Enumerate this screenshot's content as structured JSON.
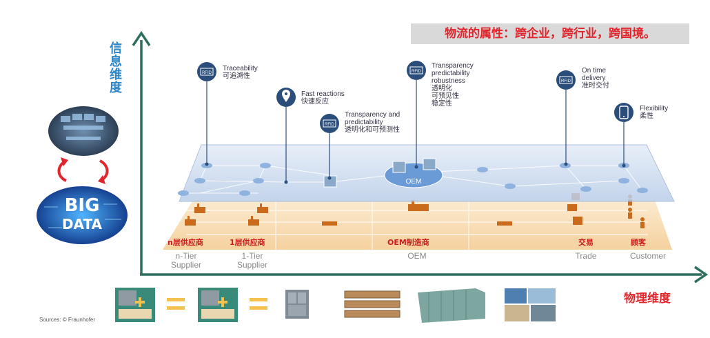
{
  "banner": "物流的属性：跨企业，跨行业，跨国境。",
  "y_axis_title": "信息维度",
  "x_axis_title": "物理维度",
  "big_data_label": [
    "BIG",
    "DATA"
  ],
  "oem_platform_label": "OEM",
  "callouts": [
    {
      "icon": "rfid-icon",
      "en": [
        "Traceability"
      ],
      "cn": [
        "可追溯性"
      ]
    },
    {
      "icon": "location-pin-icon",
      "en": [
        "Fast reactions"
      ],
      "cn": [
        "快速反应"
      ]
    },
    {
      "icon": "rfid-icon",
      "en": [
        "Transparency and",
        "predictability"
      ],
      "cn": [
        "透明化和可预测性"
      ]
    },
    {
      "icon": "rfid-icon",
      "en": [
        "Transparency",
        "predictability",
        "robustness"
      ],
      "cn": [
        "透明化",
        "可预见性",
        "稳定性"
      ]
    },
    {
      "icon": "rfid-icon",
      "en": [
        "On time",
        "delivery"
      ],
      "cn": [
        "准时交付"
      ]
    },
    {
      "icon": "tablet-icon",
      "en": [
        "Flexibility"
      ],
      "cn": [
        "柔性"
      ]
    }
  ],
  "stages": [
    {
      "cn": "n层供应商",
      "en": [
        "n-Tier",
        "Supplier"
      ]
    },
    {
      "cn": "1层供应商",
      "en": [
        "1-Tier",
        "Supplier"
      ]
    },
    {
      "cn": "OEM制造商",
      "en": [
        "OEM"
      ]
    },
    {
      "cn": "交易",
      "en": [
        "Trade"
      ]
    },
    {
      "cn": "顾客",
      "en": [
        "Customer"
      ]
    }
  ],
  "source": "Sources: © Fraunhofer",
  "colors": {
    "axis": "#2e6e5e",
    "banner_text": "#e0262c",
    "y_title": "#2e86c8",
    "icon_navy": "#2a4d7a",
    "physical_layer": "#f7dcb4",
    "info_layer": "#c9d9ee"
  }
}
